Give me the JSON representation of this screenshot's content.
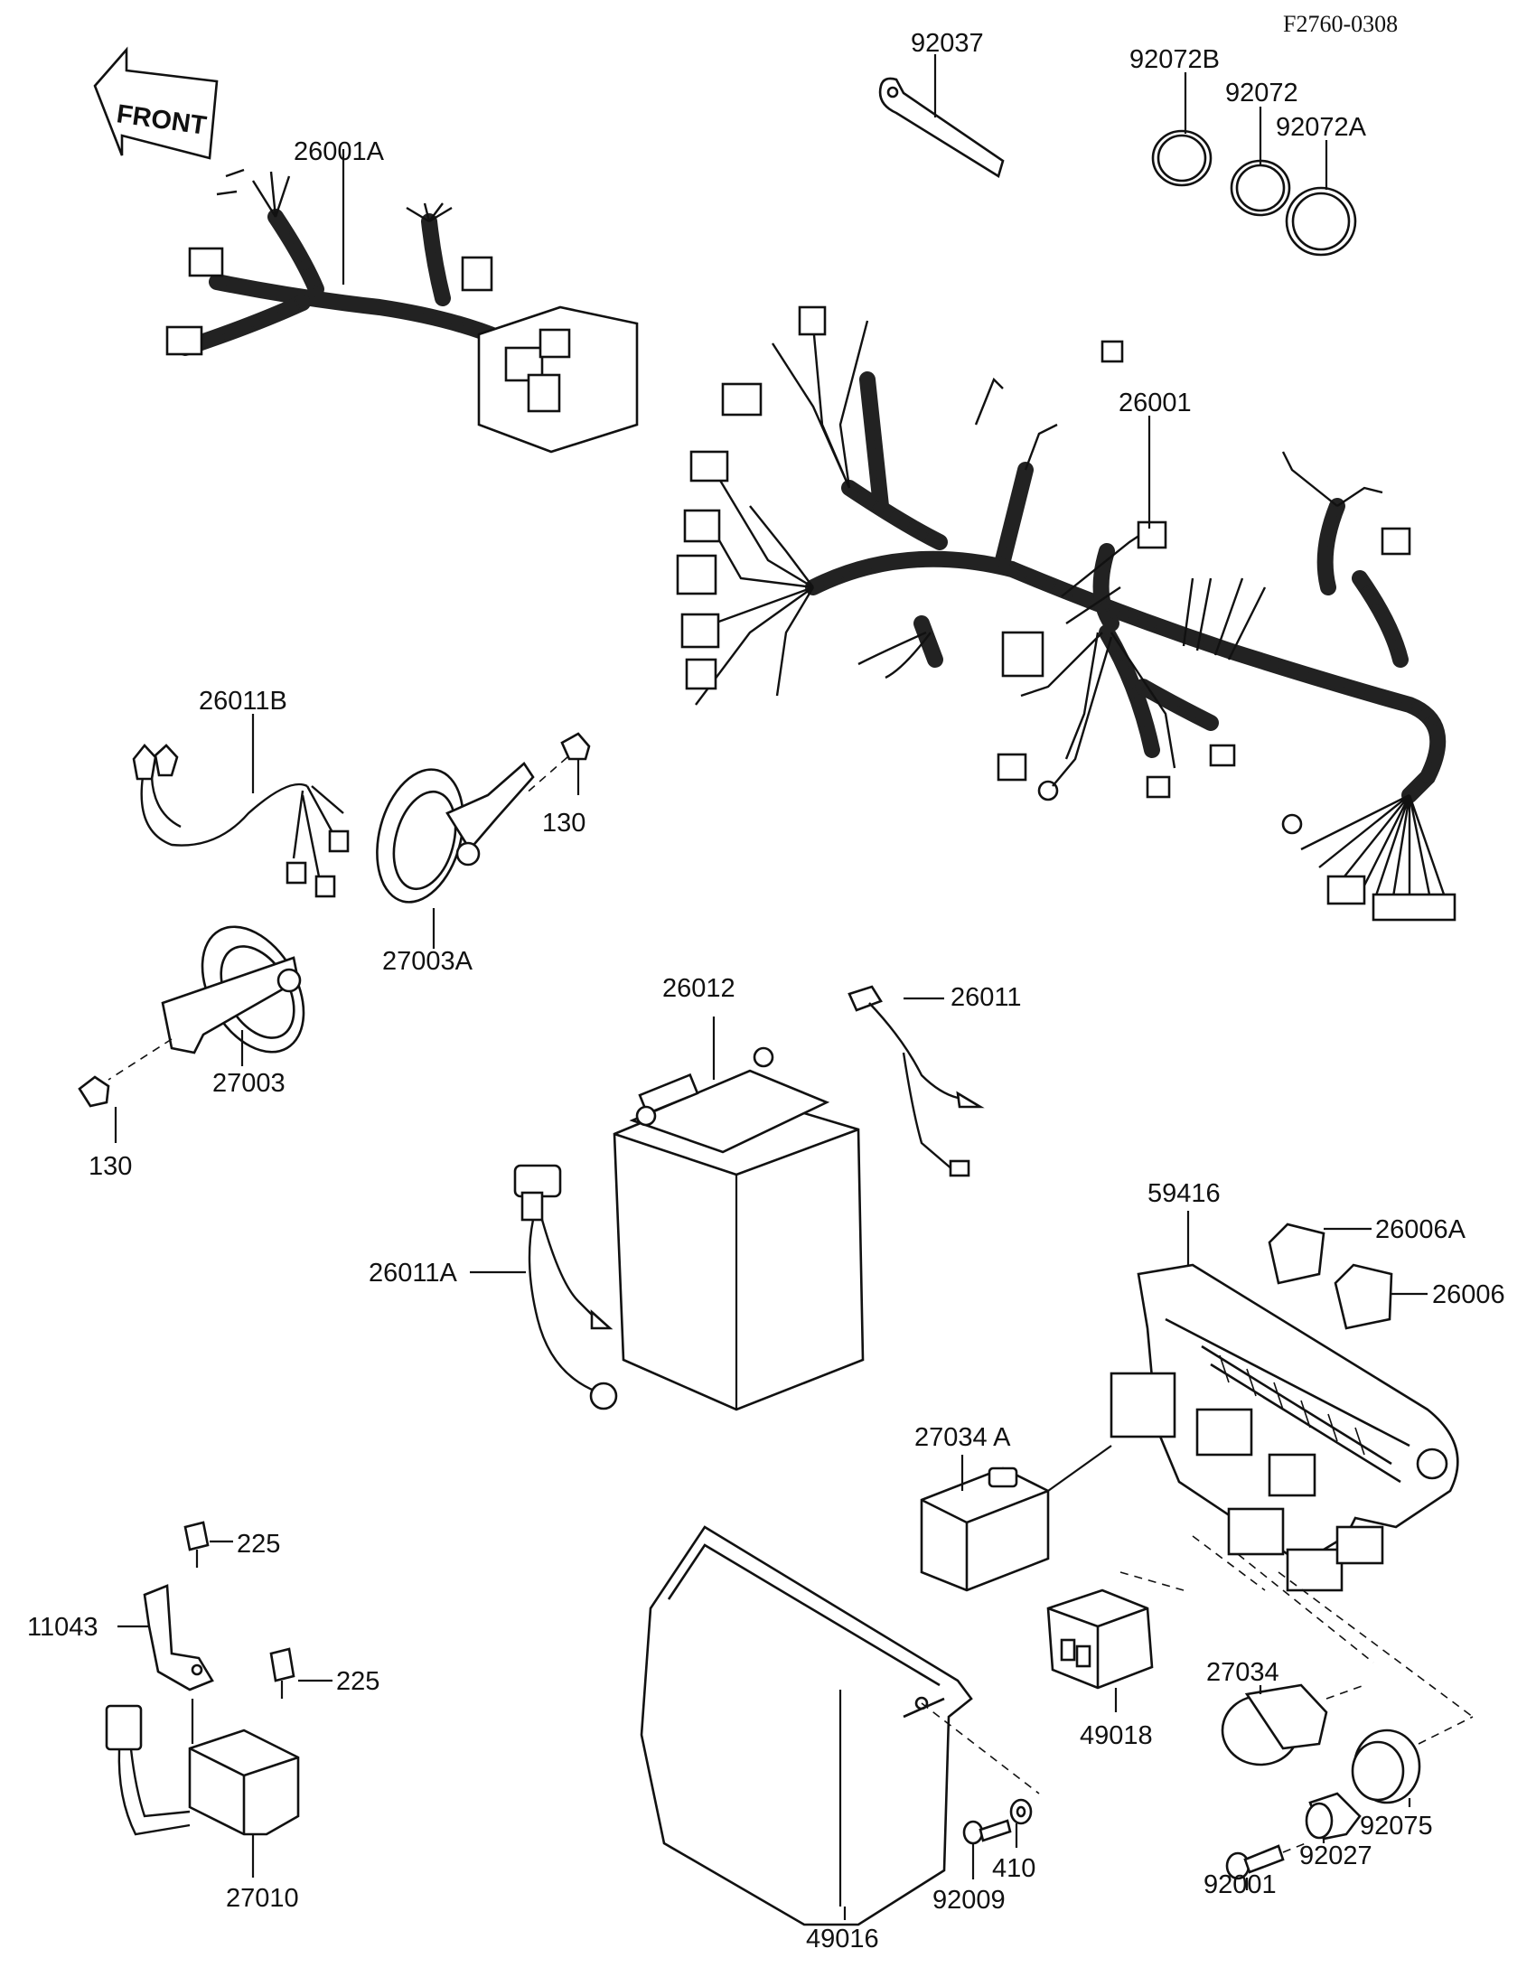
{
  "drawing_code": "F2760-0308",
  "front_tag": "FRONT",
  "labels": {
    "p92037": "92037",
    "p92072B": "92072B",
    "p92072": "92072",
    "p92072A": "92072A",
    "p26001A": "26001A",
    "p26001": "26001",
    "p26011B": "26011B",
    "p130a": "130",
    "p130b": "130",
    "p27003A": "27003A",
    "p27003": "27003",
    "p26012": "26012",
    "p26011": "26011",
    "p26011A": "26011A",
    "p59416": "59416",
    "p26006A": "26006A",
    "p26006": "26006",
    "p27034A": "27034 A",
    "p225a": "225",
    "p225b": "225",
    "p11043": "11043",
    "p27010": "27010",
    "p49016": "49016",
    "p92009": "92009",
    "p410": "410",
    "p49018": "49018",
    "p27034": "27034",
    "p92075": "92075",
    "p92027": "92027",
    "p92001": "92001"
  }
}
